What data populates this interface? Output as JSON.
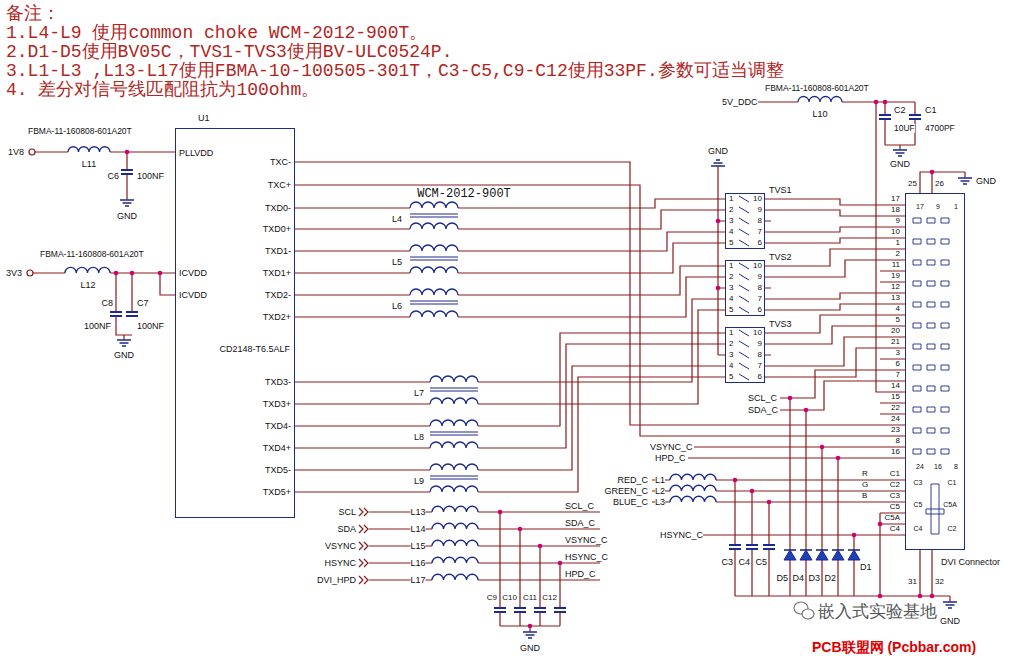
{
  "diagram": {
    "nodes": [
      {
        "text": [
          "U1",
          "CD2148-T6.5ALF"
        ]
      },
      {
        "text": [
          "TVS1"
        ]
      },
      {
        "text": [
          "TVS2"
        ]
      },
      {
        "text": [
          "TVS3"
        ]
      },
      {
        "text": [
          "DVI Connector"
        ]
      }
    ],
    "edges": [
      {
        "from": 0,
        "to": 4,
        "arrow": "none"
      },
      {
        "from": 0,
        "to": 4,
        "arrow": "none"
      },
      {
        "from": 0,
        "to": 1,
        "arrow": "none"
      },
      {
        "from": 0,
        "to": 1,
        "arrow": "none"
      },
      {
        "from": 0,
        "to": 1,
        "arrow": "none"
      },
      {
        "from": 0,
        "to": 1,
        "arrow": "none"
      },
      {
        "from": 0,
        "to": 2,
        "arrow": "none"
      },
      {
        "from": 0,
        "to": 2,
        "arrow": "none"
      },
      {
        "from": 0,
        "to": 2,
        "arrow": "none"
      },
      {
        "from": 0,
        "to": 2,
        "arrow": "none"
      },
      {
        "from": 0,
        "to": 3,
        "arrow": "none"
      },
      {
        "from": 0,
        "to": 3,
        "arrow": "none"
      },
      {
        "from": 0,
        "to": 3,
        "arrow": "none"
      },
      {
        "from": 0,
        "to": 3,
        "arrow": "none"
      },
      {
        "from": 1,
        "to": 4,
        "arrow": "none"
      },
      {
        "from": 1,
        "to": 4,
        "arrow": "none"
      },
      {
        "from": 1,
        "to": 4,
        "arrow": "none"
      },
      {
        "from": 1,
        "to": 4,
        "arrow": "none"
      },
      {
        "from": 2,
        "to": 4,
        "arrow": "none"
      },
      {
        "from": 2,
        "to": 4,
        "arrow": "none"
      },
      {
        "from": 2,
        "to": 4,
        "arrow": "none"
      },
      {
        "from": 2,
        "to": 4,
        "arrow": "none"
      },
      {
        "from": 3,
        "to": 4,
        "arrow": "none"
      },
      {
        "from": 3,
        "to": 4,
        "arrow": "none"
      },
      {
        "from": 3,
        "to": 4,
        "arrow": "none"
      },
      {
        "from": 3,
        "to": 4,
        "arrow": "none"
      }
    ],
    "labels": [
      "备注：",
      "1.L4-L9 使用common choke WCM-2012-900T。",
      "2.D1-D5使用BV05C，TVS1-TVS3使用BV-ULC0524P.",
      "3.L1-L3 ,L13-L17使用FBMA-10-100505-301T，C3-C5,C9-C12使用33PF.参数可适当调整",
      "4. 差分对信号线匹配阻抗为100ohm。",
      "FBMA-11-160808-601A20T",
      "1V8",
      "L11",
      "C6",
      "100NF",
      "GND",
      "PLLVDD",
      "FBMA-11-160808-601A20T",
      "3V3",
      "L12",
      "ICVDD",
      "ICVDD",
      "C8",
      "C7",
      "100NF",
      "100NF",
      "GND",
      "TXC-",
      "TXC+",
      "TXD0-",
      "TXD0+",
      "TXD1-",
      "TXD1+",
      "TXD2-",
      "TXD2+",
      "TXD3-",
      "TXD3+",
      "TXD4-",
      "TXD4+",
      "TXD5-",
      "TXD5+",
      "WCM-2012-900T",
      "L4",
      "L5",
      "L6",
      "L7",
      "L8",
      "L9",
      "GND",
      "1",
      "2",
      "3",
      "4",
      "5",
      "10",
      "9",
      "8",
      "7",
      "6",
      "1",
      "2",
      "3",
      "4",
      "5",
      "10",
      "9",
      "8",
      "7",
      "6",
      "1",
      "2",
      "3",
      "4",
      "5",
      "10",
      "9",
      "8",
      "7",
      "6",
      "FBMA-11-160808-601A20T",
      "5V_DDC",
      "L10",
      "C2",
      "10UF",
      "C1",
      "4700PF",
      "GND",
      "25",
      "26",
      "GND",
      "17",
      "18",
      "9",
      "10",
      "1",
      "2",
      "11",
      "19",
      "12",
      "13",
      "4",
      "5",
      "20",
      "21",
      "3",
      "6",
      "7",
      "14",
      "15",
      "22",
      "24",
      "23",
      "8",
      "16",
      "C1",
      "C2",
      "C3",
      "C5",
      "C5A",
      "C4",
      "17",
      "9",
      "1",
      "24",
      "16",
      "8",
      "C3",
      "C1",
      "C5",
      "C5A",
      "C4",
      "C2",
      "SCL_C",
      "SDA_C",
      "VSYNC_C",
      "HPD_C",
      "R",
      "G",
      "B",
      "RED_C",
      "GREEN_C",
      "BLUE_C",
      "L1",
      "L2",
      "L3",
      "HSYNC_C",
      "C3",
      "C4",
      "C5",
      "D5",
      "D4",
      "D3",
      "D2",
      "D1",
      "31",
      "32",
      "GND",
      "SCL",
      "SDA",
      "VSYNC",
      "HSYNC",
      "DVI_HPD",
      "L13",
      "L14",
      "L15",
      "L16",
      "L17",
      "SCL_C",
      "SDA_C",
      "VSYNC_C",
      "HSYNC_C",
      "HPD_C",
      "C9",
      "C10",
      "C11",
      "C12",
      "GND",
      "嵌入式实验基地",
      "PCB联盟网 (Pcbbar.com)"
    ]
  }
}
